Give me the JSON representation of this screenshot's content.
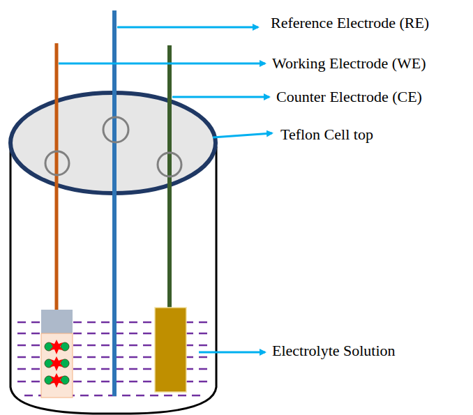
{
  "diagram": {
    "labels": [
      "Reference Electrode (RE)",
      "Working Electrode (WE)",
      "Counter Electrode (CE)",
      "Teflon Cell top",
      "Electrolyte Solution"
    ]
  }
}
